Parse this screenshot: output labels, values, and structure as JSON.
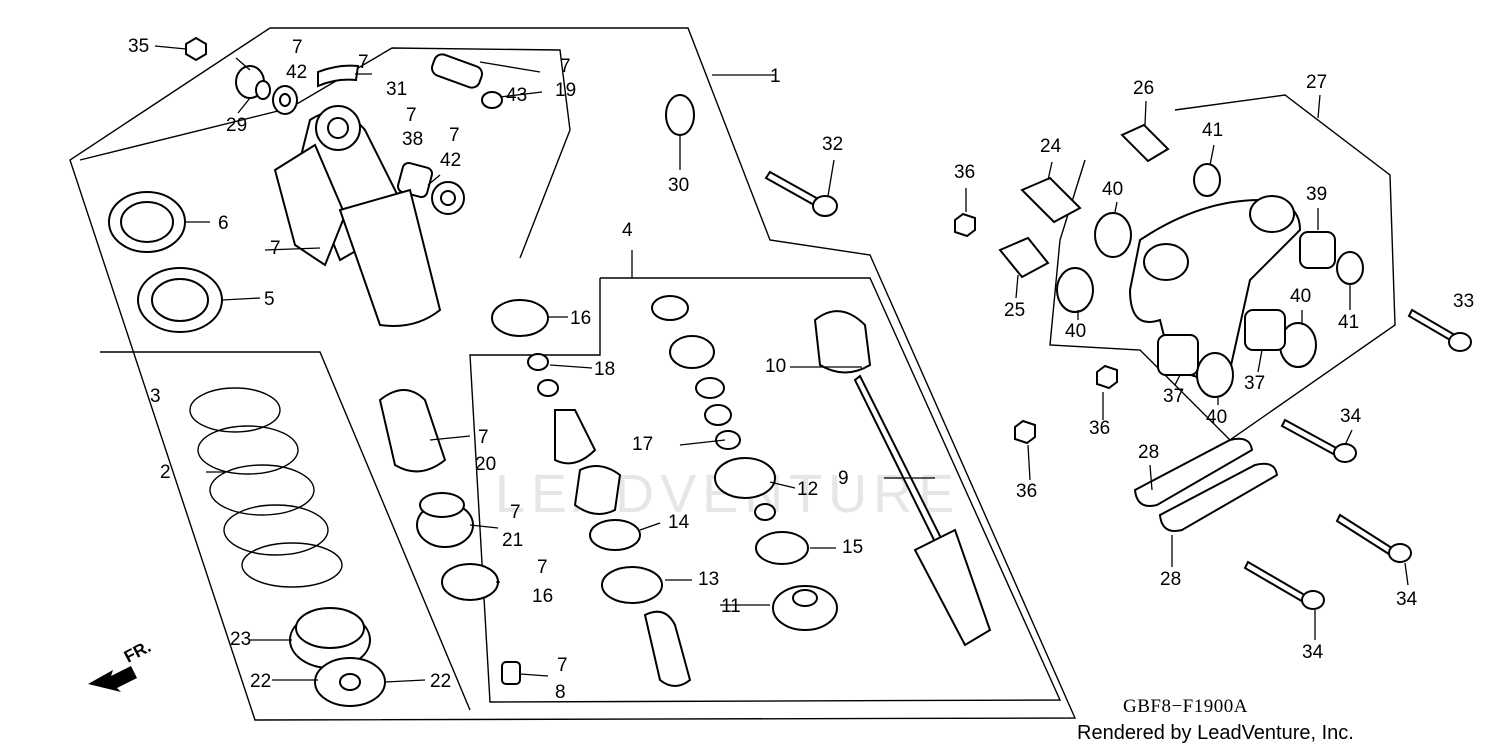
{
  "diagram": {
    "drawing_code": "GBF8−F1900A",
    "credit": "Rendered by LeadVenture, Inc.",
    "watermark": "LEADVENTURE",
    "direction_label": "FR.",
    "callouts": [
      "35",
      "7",
      "42",
      "7",
      "31",
      "7",
      "19",
      "43",
      "29",
      "7",
      "38",
      "7",
      "42",
      "1",
      "32",
      "30",
      "6",
      "7",
      "5",
      "3",
      "16",
      "18",
      "4",
      "10",
      "2",
      "7",
      "20",
      "17",
      "12",
      "9",
      "7",
      "21",
      "14",
      "15",
      "7",
      "16",
      "13",
      "11",
      "23",
      "22",
      "22",
      "7",
      "8",
      "26",
      "27",
      "24",
      "41",
      "36",
      "40",
      "39",
      "25",
      "40",
      "40",
      "41",
      "33",
      "37",
      "37",
      "40",
      "36",
      "34",
      "36",
      "28",
      "28",
      "34",
      "34"
    ]
  }
}
